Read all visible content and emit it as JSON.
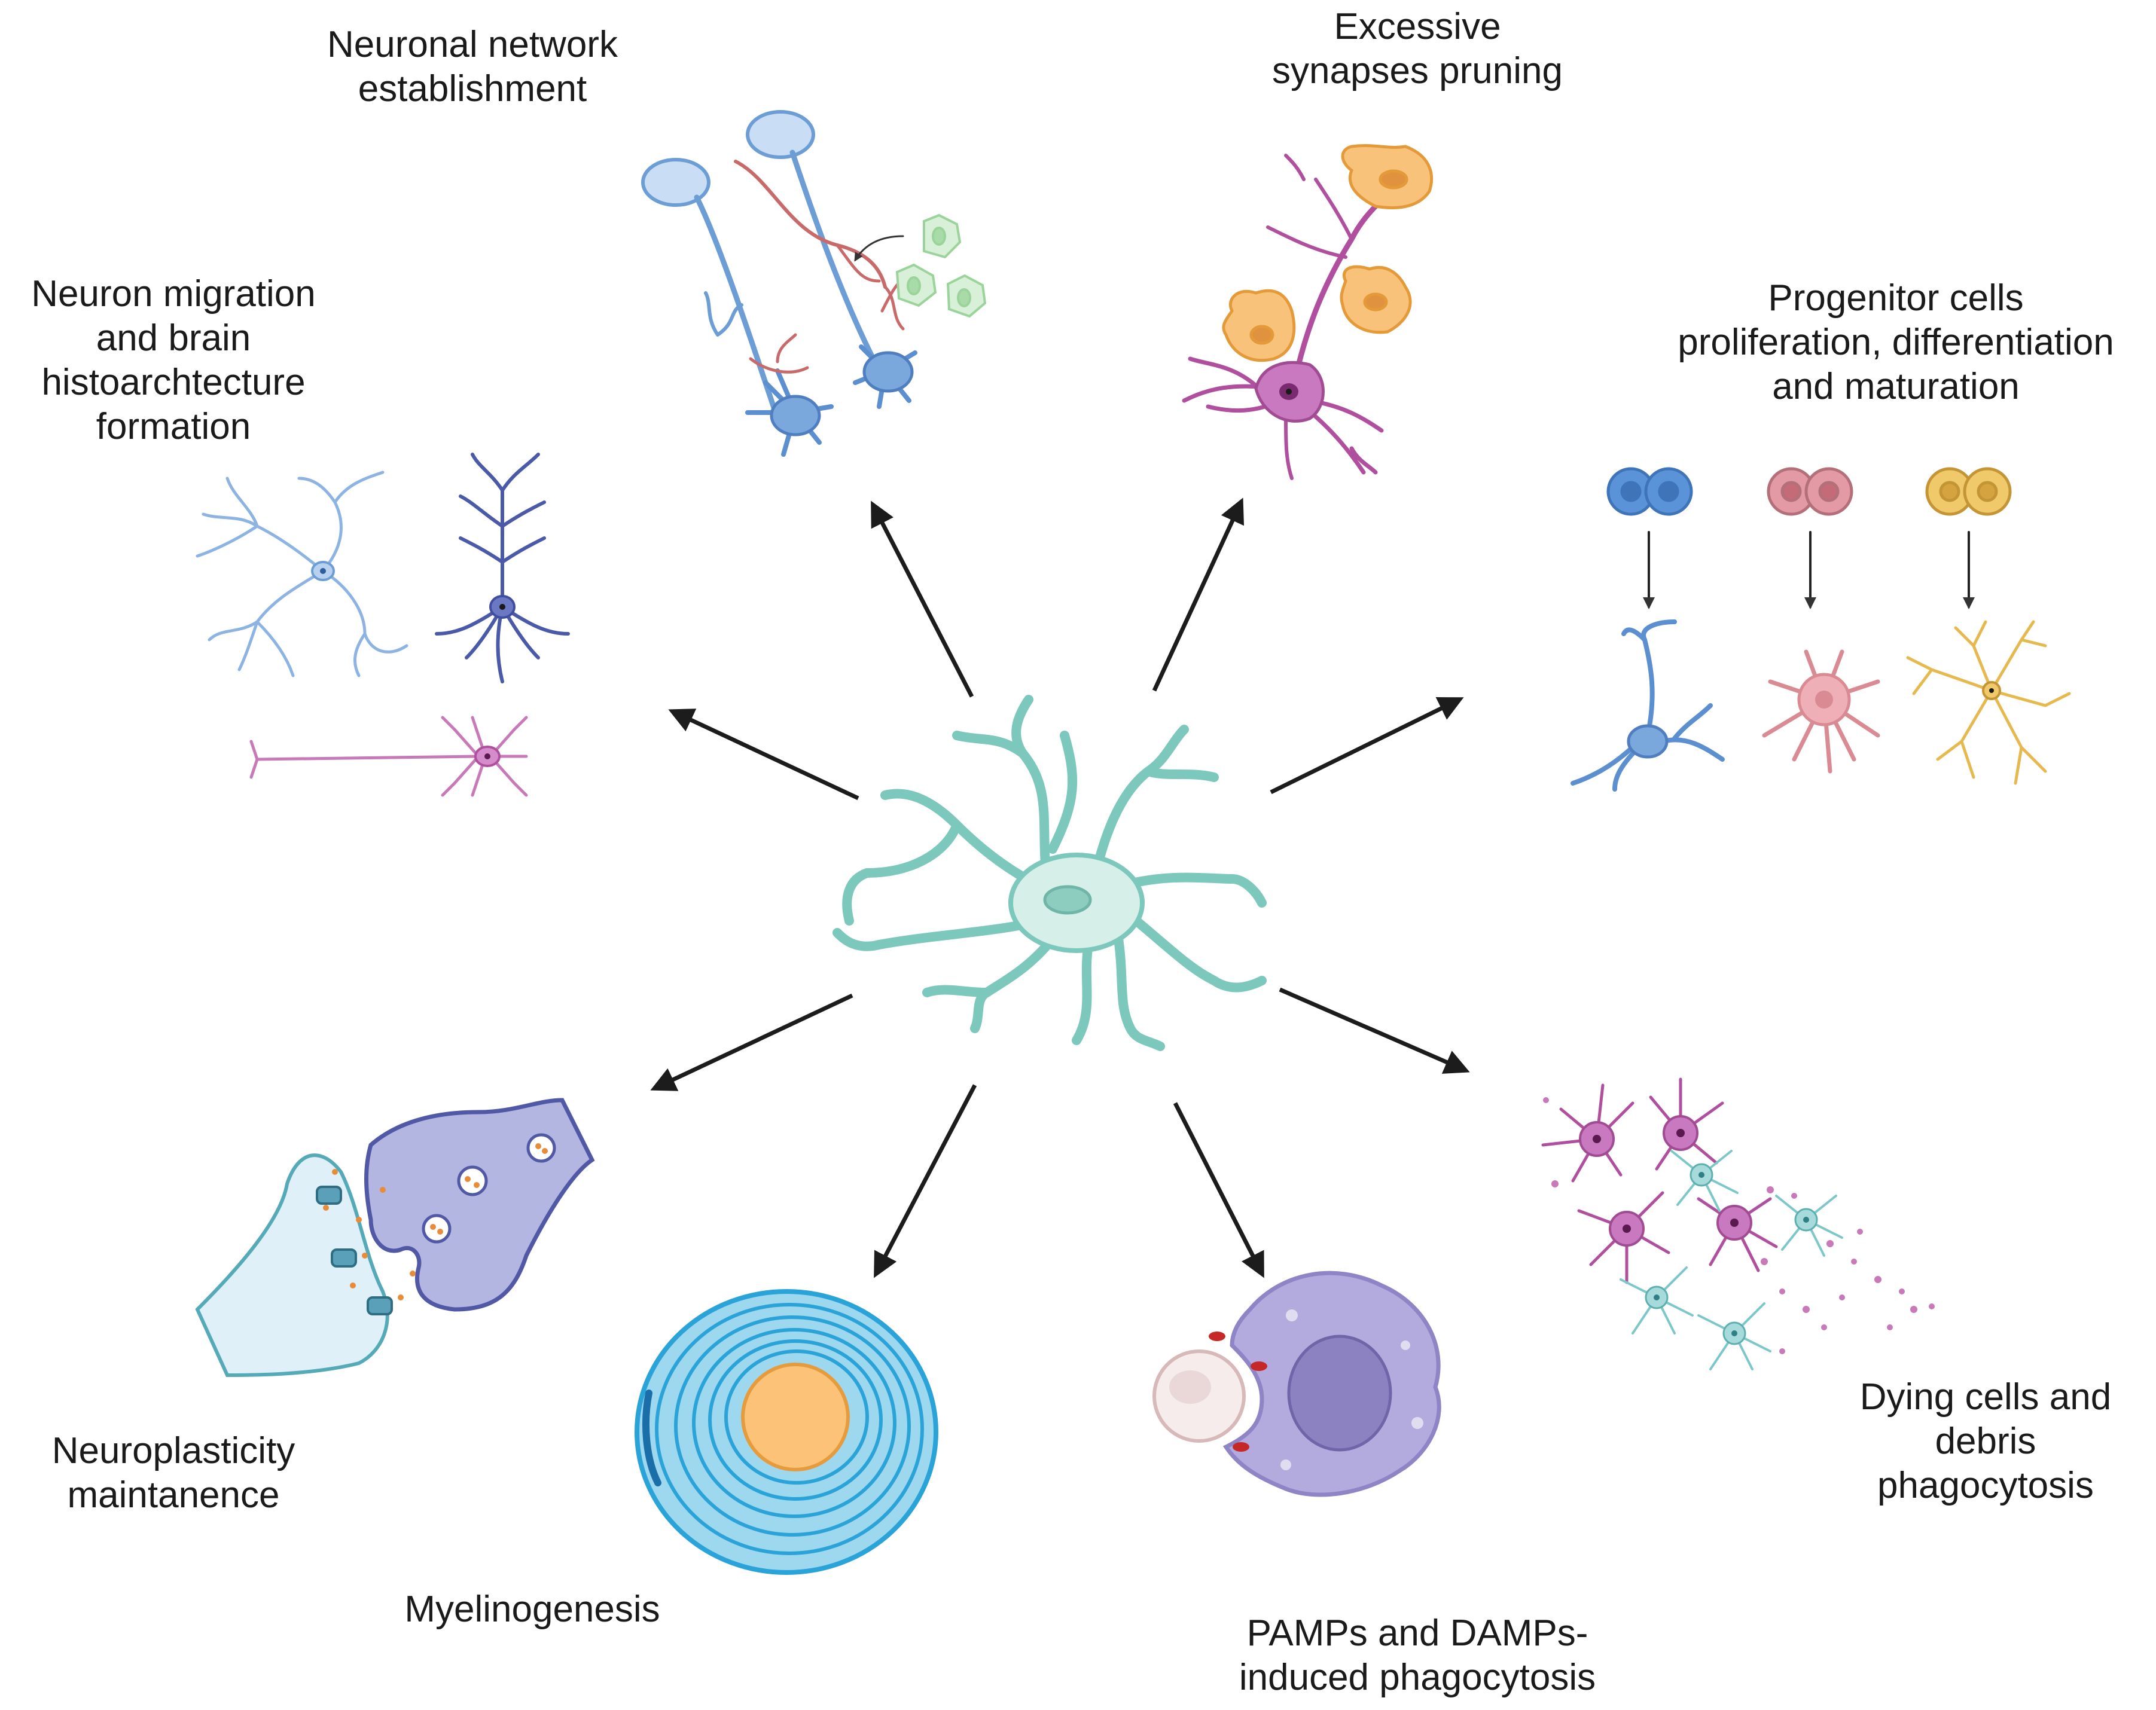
{
  "labels": {
    "network": [
      "Neuronal network",
      "establishment"
    ],
    "pruning": [
      "Excessive",
      "synapses pruning"
    ],
    "migration": [
      "Neuron migration",
      "and brain",
      "histoarchtecture",
      "formation"
    ],
    "progenitor": [
      "Progenitor cells",
      "proliferation, differentiation",
      "and maturation"
    ],
    "neuroplasticity": [
      "Neuroplasticity",
      "maintanence"
    ],
    "myelinogenesis": [
      "Myelinogenesis"
    ],
    "pamps": [
      "PAMPs and DAMPs-",
      "induced phagocytosis"
    ],
    "dying": [
      "Dying cells and",
      "debris",
      "phagocytosis"
    ]
  },
  "illustrations": {
    "center": "microglia-cell",
    "network": "neurons-with-synapse-icon",
    "pruning": "neuron-with-microglia-icon",
    "migration": "neuron-types-icon",
    "progenitor": "progenitor-to-mature-cells-icon",
    "neuroplasticity": "synapse-icon",
    "myelinogenesis": "myelin-sheath-icon",
    "pamps": "phagocyte-engulfing-cell-icon",
    "dying": "dying-cells-debris-icon"
  },
  "colors": {
    "microglia": "#7cc8bd",
    "neuron_blue": "#5b8fcf",
    "neuron_purple": "#b04f9e",
    "glia_orange": "#f5b45a",
    "red_cell": "#d98a92",
    "yellow_cell": "#e6b94f",
    "synapse_blue": "#6f74b8",
    "myelin": "#2aa3d8",
    "phagocyte": "#8f84c6",
    "arrow": "#1c1c1c"
  }
}
